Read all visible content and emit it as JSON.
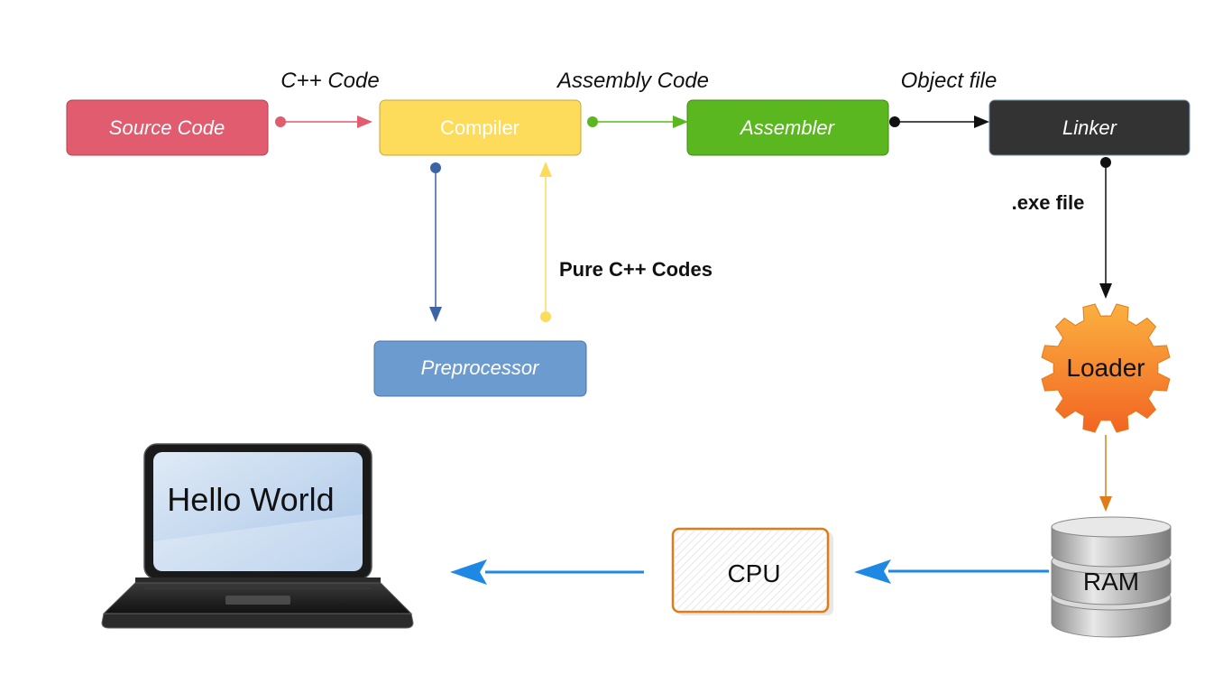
{
  "nodes": {
    "source_code": {
      "label": "Source Code",
      "color": "#e05c6e"
    },
    "compiler": {
      "label": "Compiler",
      "color": "#fddc5c"
    },
    "assembler": {
      "label": "Assembler",
      "color": "#5ab71f"
    },
    "linker": {
      "label": "Linker",
      "color": "#333333"
    },
    "preprocessor": {
      "label": "Preprocessor",
      "color": "#6c9bcf"
    },
    "loader": {
      "label": "Loader",
      "color": "#f7941d"
    },
    "ram": {
      "label": "RAM"
    },
    "cpu": {
      "label": "CPU",
      "border_color": "#e07b1a"
    },
    "laptop": {
      "screen_text": "Hello World"
    }
  },
  "edges": {
    "source_to_compiler": {
      "label": "C++ Code",
      "color": "#e05c6e"
    },
    "compiler_to_assembler": {
      "label": "Assembly Code",
      "color": "#5ab71f"
    },
    "assembler_to_linker": {
      "label": "Object file",
      "color": "#111111"
    },
    "linker_to_loader": {
      "label": ".exe file",
      "color": "#111111"
    },
    "compiler_to_preprocessor": {
      "label": "",
      "color": "#3a64a4"
    },
    "preprocessor_to_compiler": {
      "label": "Pure C++ Codes",
      "color": "#fddc5c"
    },
    "loader_to_ram": {
      "color": "#e07b1a"
    },
    "ram_to_cpu": {
      "color": "#1e88e5"
    },
    "cpu_to_laptop": {
      "color": "#1e88e5"
    }
  }
}
